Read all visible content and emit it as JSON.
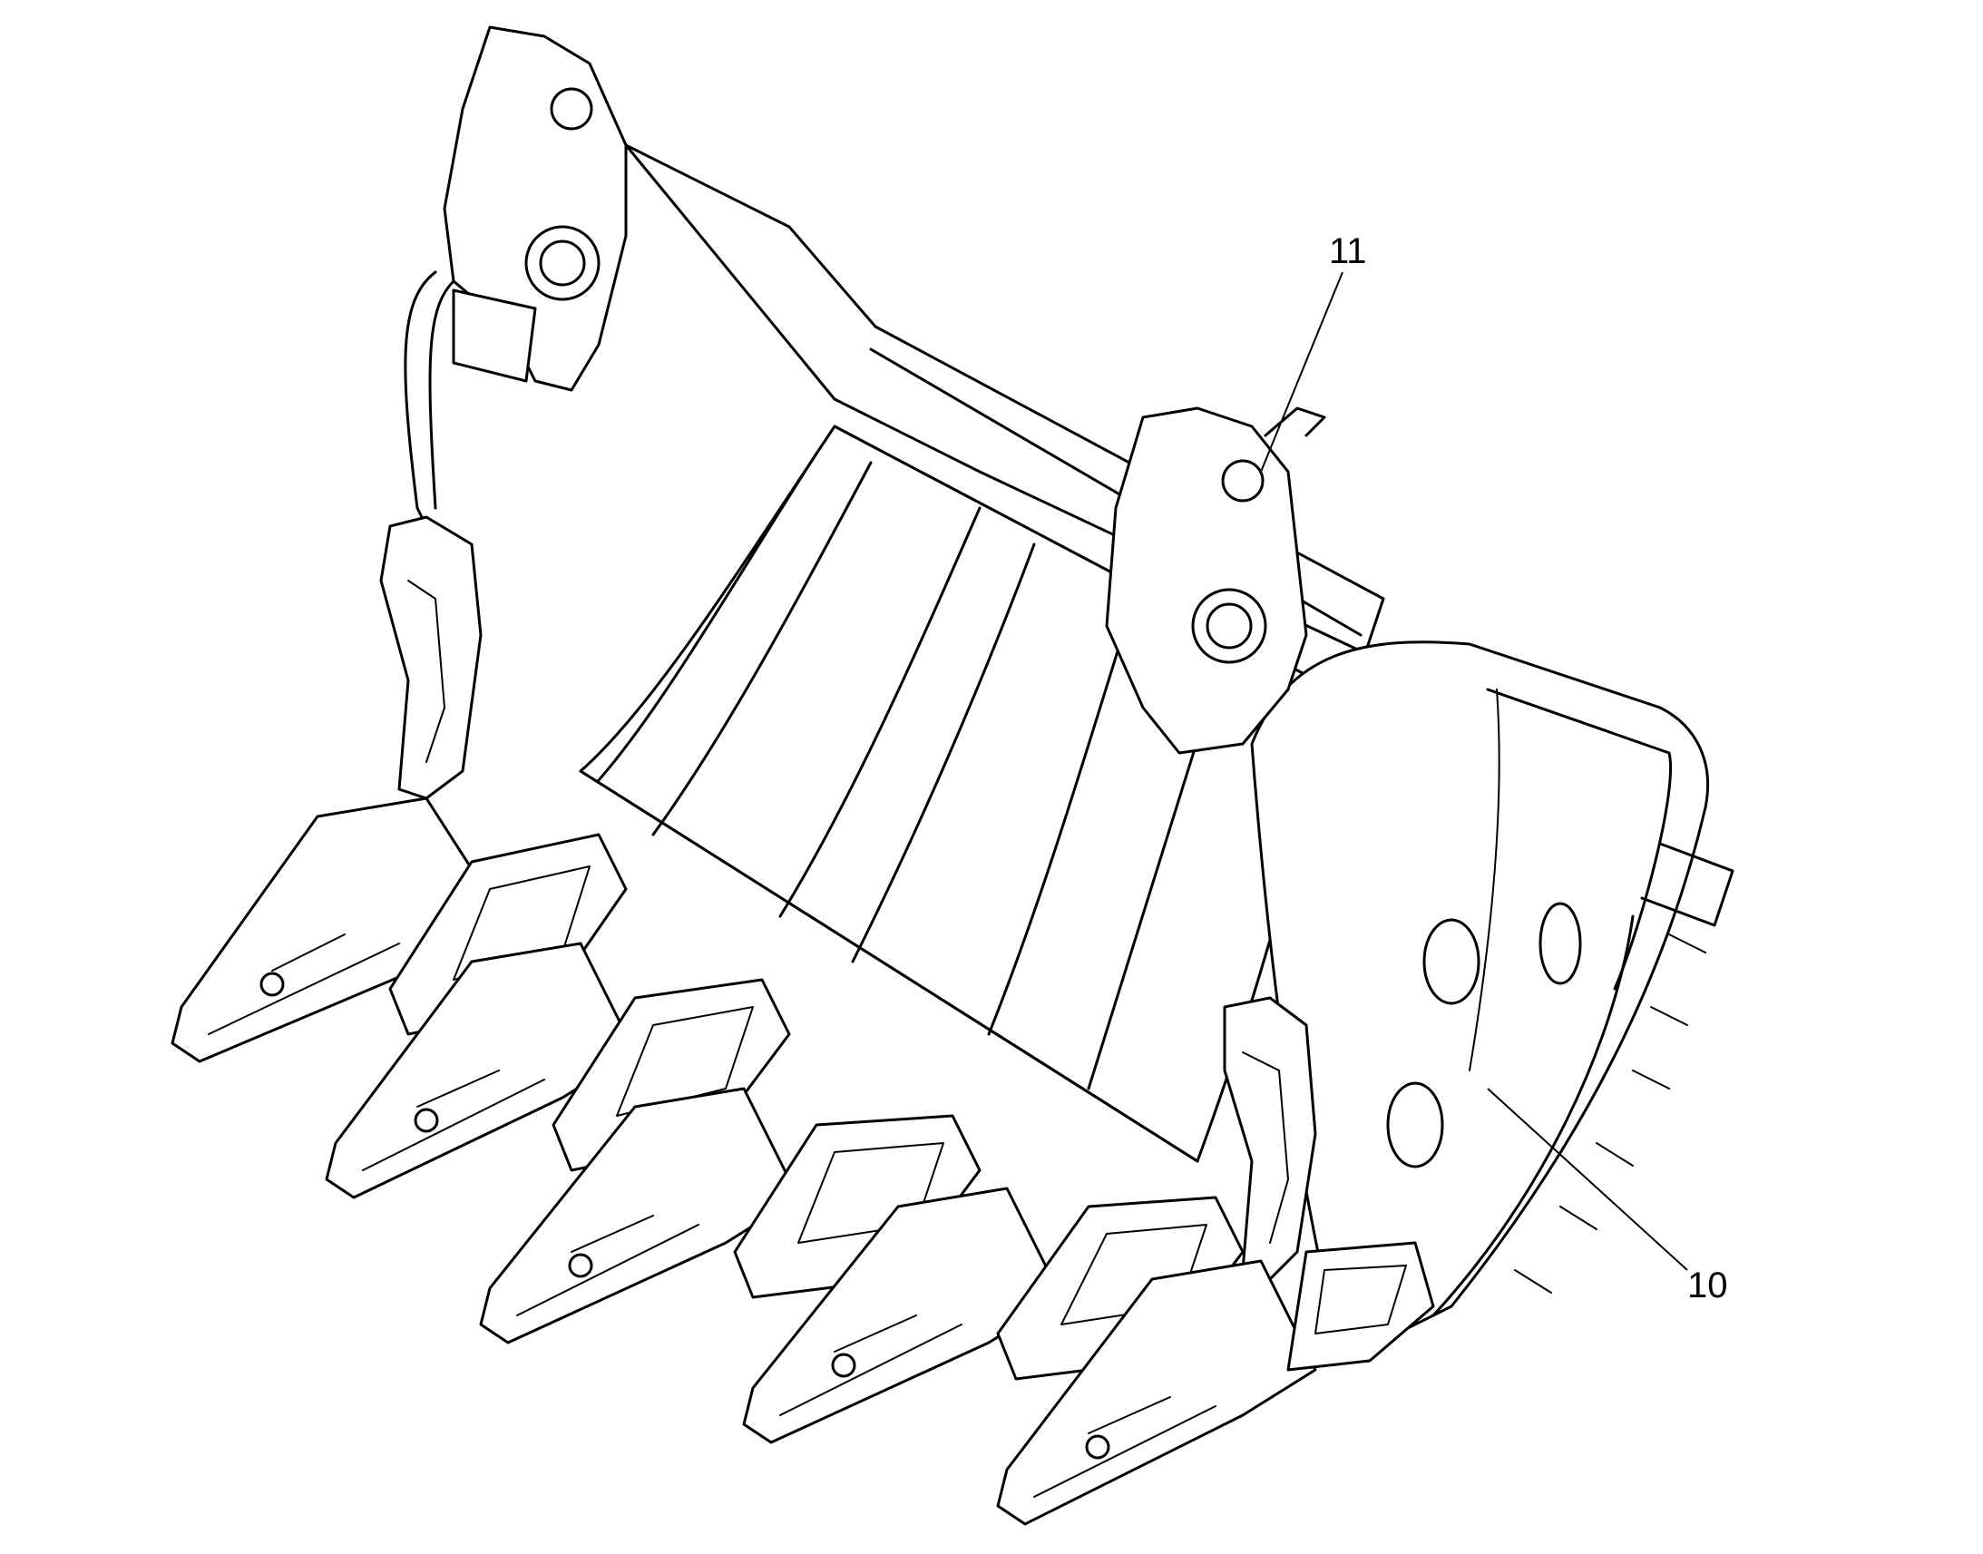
{
  "callouts": [
    {
      "id": "11",
      "label": "11"
    },
    {
      "id": "10",
      "label": "10"
    }
  ],
  "colors": {
    "line": "#000000",
    "background": "#ffffff"
  }
}
